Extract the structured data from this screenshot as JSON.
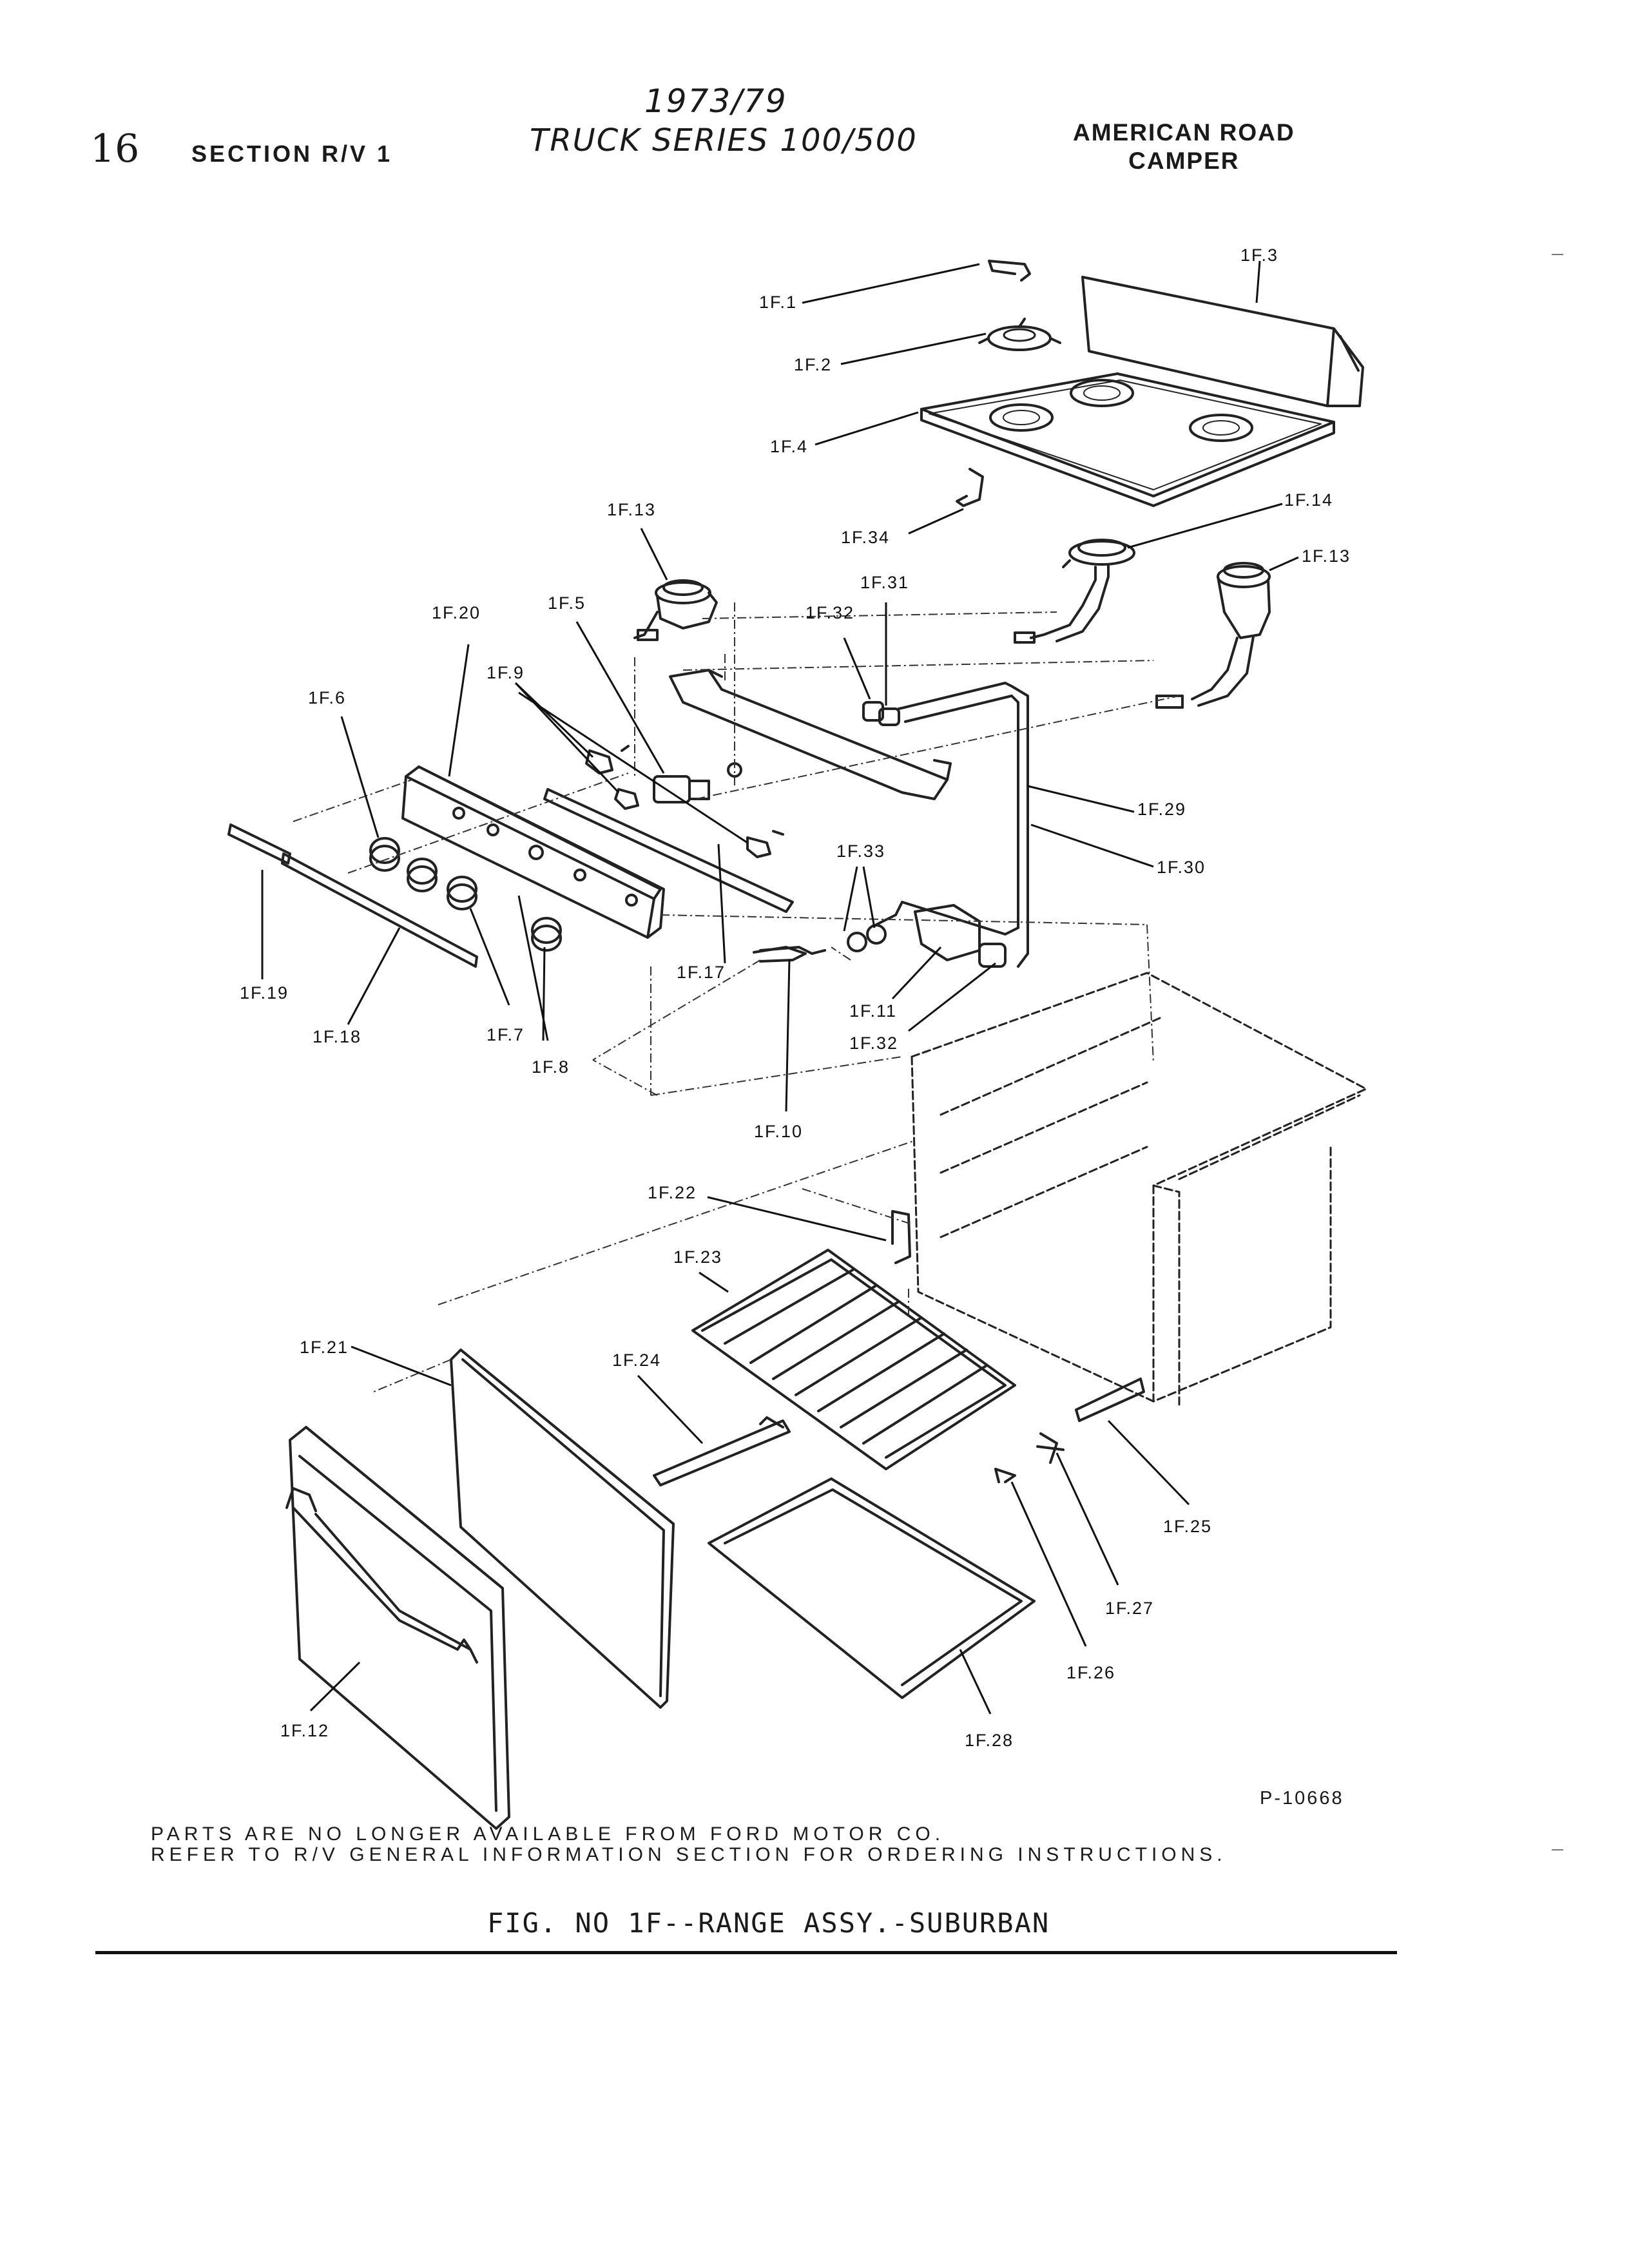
{
  "header": {
    "page_number": "16",
    "section": "SECTION R/V 1",
    "year": "1973/79",
    "series": "TRUCK SERIES 100/500",
    "right_line1": "AMERICAN ROAD",
    "right_line2": "CAMPER"
  },
  "diagram": {
    "part_labels": {
      "p1": "1F.1",
      "p2": "1F.2",
      "p3": "1F.3",
      "p4": "1F.4",
      "p5": "1F.5",
      "p6": "1F.6",
      "p7": "1F.7",
      "p8": "1F.8",
      "p9": "1F.9",
      "p10": "1F.10",
      "p11": "1F.11",
      "p12": "1F.12",
      "p13a": "1F.13",
      "p13b": "1F.13",
      "p14": "1F.14",
      "p17": "1F.17",
      "p18": "1F.18",
      "p19": "1F.19",
      "p20": "1F.20",
      "p21": "1F.21",
      "p22": "1F.22",
      "p23": "1F.23",
      "p24": "1F.24",
      "p25": "1F.25",
      "p26": "1F.26",
      "p27": "1F.27",
      "p28": "1F.28",
      "p29": "1F.29",
      "p30": "1F.30",
      "p31": "1F.31",
      "p32a": "1F.32",
      "p32b": "1F.32",
      "p33": "1F.33",
      "p34": "1F.34"
    },
    "plate_number": "P-10668"
  },
  "notes": {
    "line1": "PARTS ARE NO LONGER AVAILABLE FROM FORD MOTOR CO.",
    "line2": "REFER TO R/V GENERAL INFORMATION SECTION FOR ORDERING INSTRUCTIONS."
  },
  "caption": "FIG. NO 1F--RANGE ASSY.-SUBURBAN"
}
